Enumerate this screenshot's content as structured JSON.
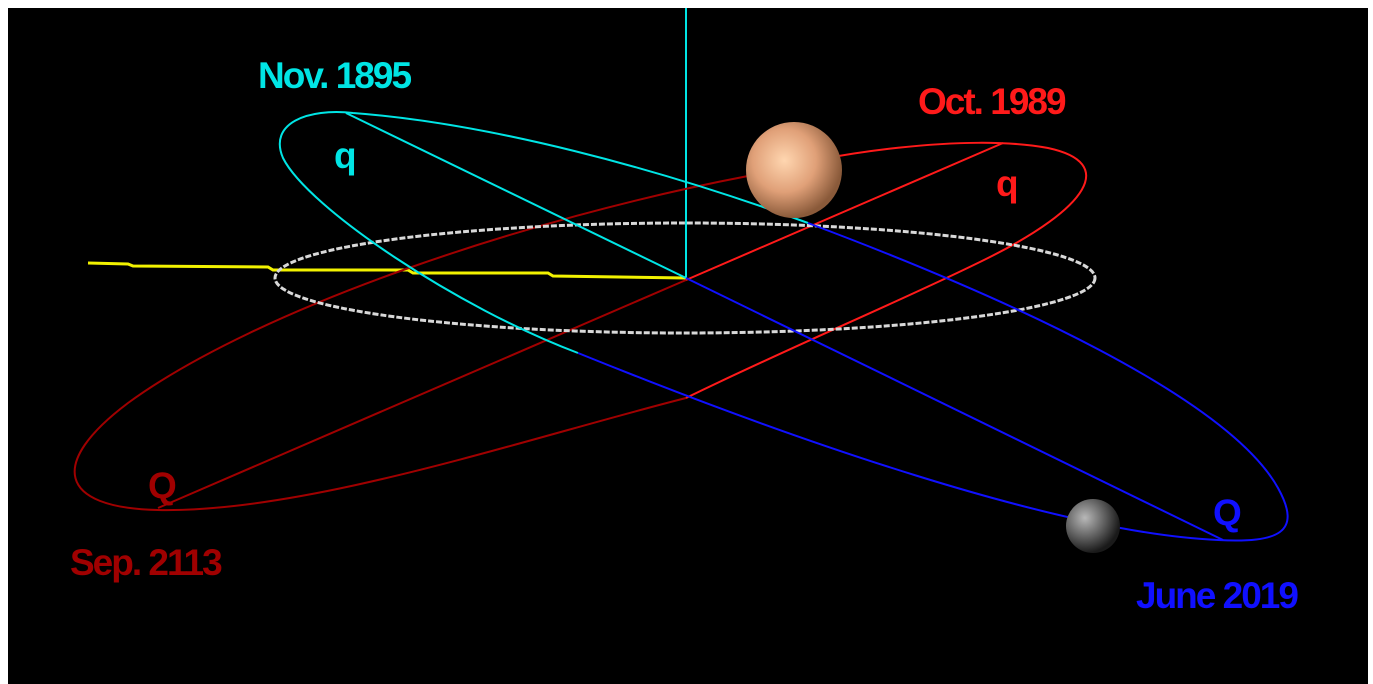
{
  "labels": {
    "pluto_perihelion_1895": "Nov. 1895",
    "pluto_perihelion_mark": "q",
    "pluto_aphelion_mark": "Q",
    "pluto_aphelion_date": "June 2019",
    "comet_perihelion_date": "Oct. 1989",
    "comet_perihelion_mark": "q",
    "comet_aphelion_mark": "Q",
    "comet_aphelion_date": "Sep. 2113"
  },
  "colors": {
    "background": "#000000",
    "cyan_orbit": "#00e5e5",
    "blue_orbit": "#1010ff",
    "red_orbit_near": "#ff1a1a",
    "red_orbit_far": "#a00000",
    "ecliptic_orbit": "#d8d8d8",
    "node_line": "#f2f200"
  },
  "bodies": {
    "sun_like_sphere": "peach-sphere",
    "dark_sphere": "gray-sphere"
  }
}
